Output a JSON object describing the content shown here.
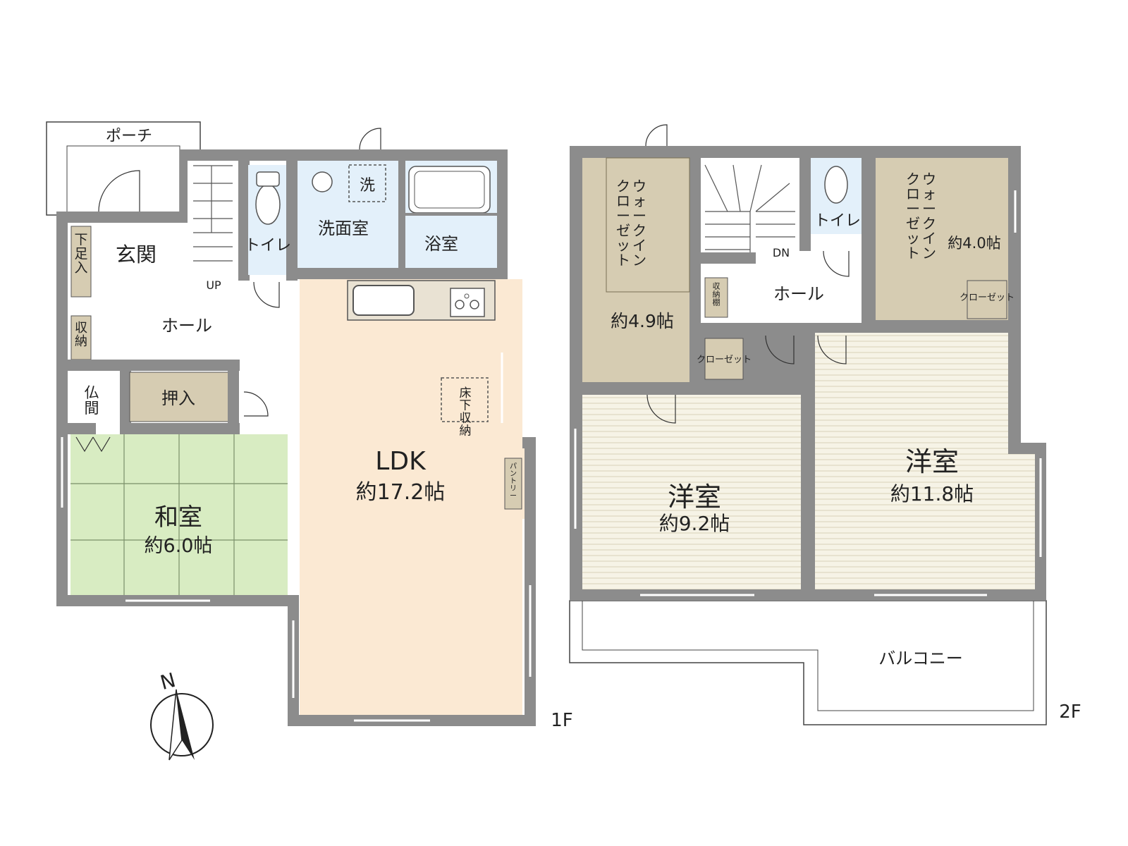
{
  "floors": {
    "first": {
      "label": "1F",
      "rooms": {
        "porch": "ポーチ",
        "genkan": "玄関",
        "geta": "下足入",
        "hall": "ホール",
        "storage": "収納",
        "butsuma": "仏間",
        "oshiire": "押入",
        "washitsu": "和室",
        "washitsu_size": "約6.0帖",
        "toilet": "トイレ",
        "stairs_up": "UP",
        "senmen": "洗面室",
        "sentaku": "洗",
        "yokushitsu": "浴室",
        "ldk": "LDK",
        "ldk_size": "約17.2帖",
        "yukashita": "床下収納",
        "pantry": "パントリー"
      }
    },
    "second": {
      "label": "2F",
      "rooms": {
        "wic1": "ウォークインクローゼット",
        "wic1_size": "約4.9帖",
        "shuno_tana": "収納棚",
        "hall": "ホール",
        "stairs_down": "DN",
        "toilet": "トイレ",
        "wic2": "ウォークインクローゼット",
        "wic2_size": "約4.0帖",
        "closet1": "クローゼット",
        "closet2": "クローゼット",
        "yoshitsu1": "洋室",
        "yoshitsu1_size": "約9.2帖",
        "yoshitsu2": "洋室",
        "yoshitsu2_size": "約11.8帖",
        "balcony": "バルコニー"
      }
    }
  },
  "compass": {
    "label": "N"
  },
  "colors": {
    "wall": "#8c8c8c",
    "tatami": "#d8ecc2",
    "ldk_floor": "#fbe9d3",
    "wet_area": "#e3f0fa",
    "storage": "#d6ccb2",
    "wood_floor": "#f4f1e4"
  }
}
